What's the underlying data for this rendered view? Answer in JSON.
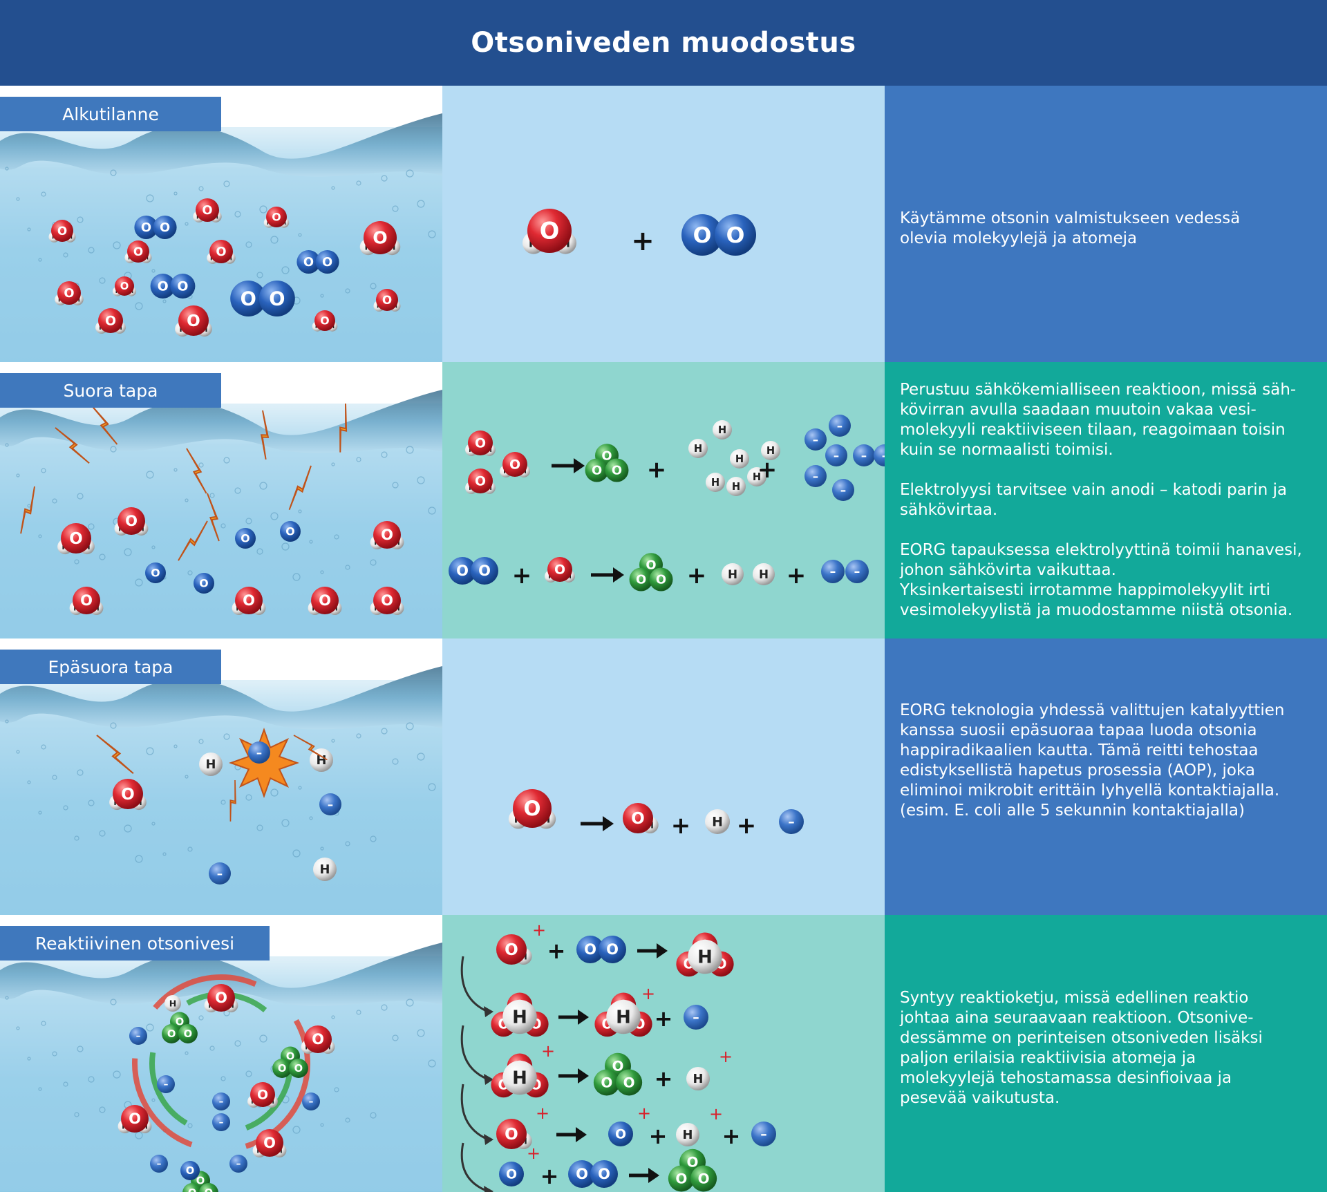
{
  "title": "Otsoniveden muodostus",
  "sections": [
    {
      "label": "Alkutilanne",
      "paragraphs": [
        "Käytämme otsonin valmistukseen vedessä\nolevia molekyylejä ja atomeja"
      ]
    },
    {
      "label": "Suora tapa",
      "paragraphs": [
        "Perustuu sähkökemialliseen reaktioon, missä säh-\nkövirran avulla saadaan muutoin vakaa vesi-\nmolekyyli reaktiiviseen tilaan, reagoimaan toisin\nkuin se normaalisti toimisi.",
        "Elektrolyysi tarvitsee vain anodi – katodi parin ja\nsähkövirtaa.",
        "EORG tapauksessa elektrolyyttinä toimii hanavesi,\njohon sähkövirta vaikuttaa.\nYksinkertaisesti irrotamme happimolekyylit irti\nvesimolekyylistä ja muodostamme niistä otsonia."
      ]
    },
    {
      "label": "Epäsuora tapa",
      "paragraphs": [
        "EORG teknologia yhdessä valittujen katalyyttien\nkanssa suosii epäsuoraa tapaa luoda otsonia\nhappiradikaalien kautta. Tämä reitti tehostaa\nedistyksellistä hapetus prosessia (AOP), joka\neliminoi mikrobit erittäin lyhyellä kontaktiajalla.\n(esim. E. coli alle 5 sekunnin kontaktiajalla)"
      ]
    },
    {
      "label": "Reaktiivinen otsonivesi",
      "paragraphs": [
        "Syntyy reaktioketju, missä edellinen reaktio\njohtaa aina seuraavaan reaktioon. Otsonive-\ndessämme on perinteisen otsoniveden lisäksi\npaljon erilaisia reaktiivisia atomeja ja\nmolekyylejä tehostamassa desinfioivaa ja\npesevää vaikutusta."
      ]
    }
  ],
  "glyphs": {
    "h": "H",
    "o": "O",
    "minus": "–",
    "plus": "+"
  },
  "colors": {
    "header": "#234f8f",
    "label": "#3f78bd",
    "eq_blue": "#b6dcf4",
    "eq_teal": "#8fd6cf",
    "text_blue": "#3e77bf",
    "text_teal": "#12a99a",
    "oxygen_red": "#d8202b",
    "oxygen_blue": "#2362b8",
    "ozone_green": "#2f9a3c",
    "electron_blue": "#3b74c8"
  }
}
